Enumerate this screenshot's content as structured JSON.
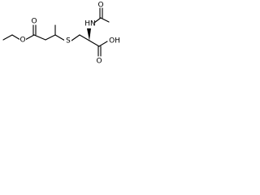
{
  "molecule": {
    "atoms": {
      "ester_ether_o": "O",
      "ester_carbonyl_o": "O",
      "sulfur": "S",
      "amide_nh": "HN",
      "amide_carbonyl_o": "O",
      "acid_carbonyl_o": "O",
      "acid_oh": "OH"
    }
  }
}
